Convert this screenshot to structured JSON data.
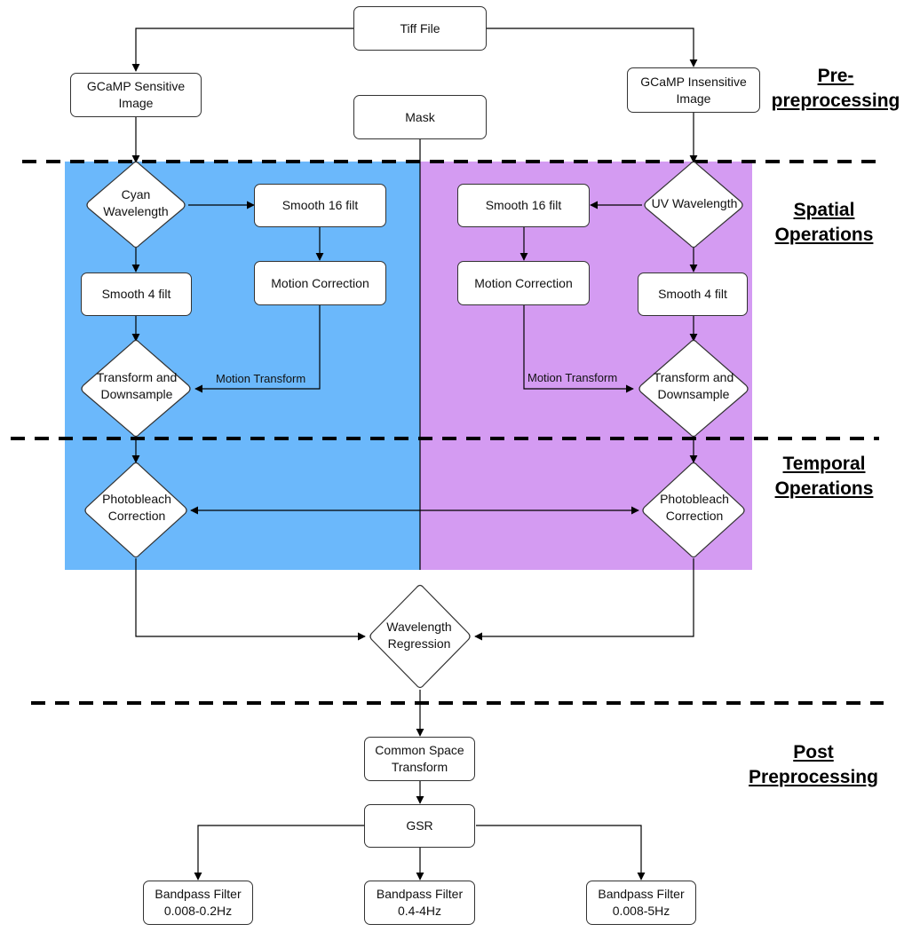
{
  "colors": {
    "cyan_panel": "#6bb8fb",
    "uv_panel": "#d49bf2",
    "line": "#000000",
    "box_border": "#333333"
  },
  "sections": {
    "pre": "Pre-\npreprocessing",
    "spatial": "Spatial\nOperations",
    "temporal": "Temporal\nOperations",
    "post": "Post\nPreprocessing"
  },
  "nodes": {
    "tiff_file": "Tiff File",
    "gcamp_sensitive": "GCaMP Sensitive\nImage",
    "gcamp_insensitive": "GCaMP Insensitive\nImage",
    "mask": "Mask",
    "cyan_wavelength": "Cyan\nWavelength",
    "uv_wavelength": "UV Wavelength",
    "smooth16_left": "Smooth 16 filt",
    "smooth16_right": "Smooth 16 filt",
    "motion_corr_left": "Motion Correction",
    "motion_corr_right": "Motion Correction",
    "smooth4_left": "Smooth 4 filt",
    "smooth4_right": "Smooth 4 filt",
    "transform_left": "Transform and\nDownsample",
    "transform_right": "Transform and\nDownsample",
    "photobleach_left": "Photobleach\nCorrection",
    "photobleach_right": "Photobleach\nCorrection",
    "wavelength_regression": "Wavelength\nRegression",
    "common_space": "Common Space\nTransform",
    "gsr": "GSR",
    "bandpass_1": "Bandpass Filter\n0.008-0.2Hz",
    "bandpass_2": "Bandpass Filter\n0.4-4Hz",
    "bandpass_3": "Bandpass Filter\n0.008-5Hz"
  },
  "edge_labels": {
    "motion_transform_left": "Motion Transform",
    "motion_transform_right": "Motion Transform"
  }
}
